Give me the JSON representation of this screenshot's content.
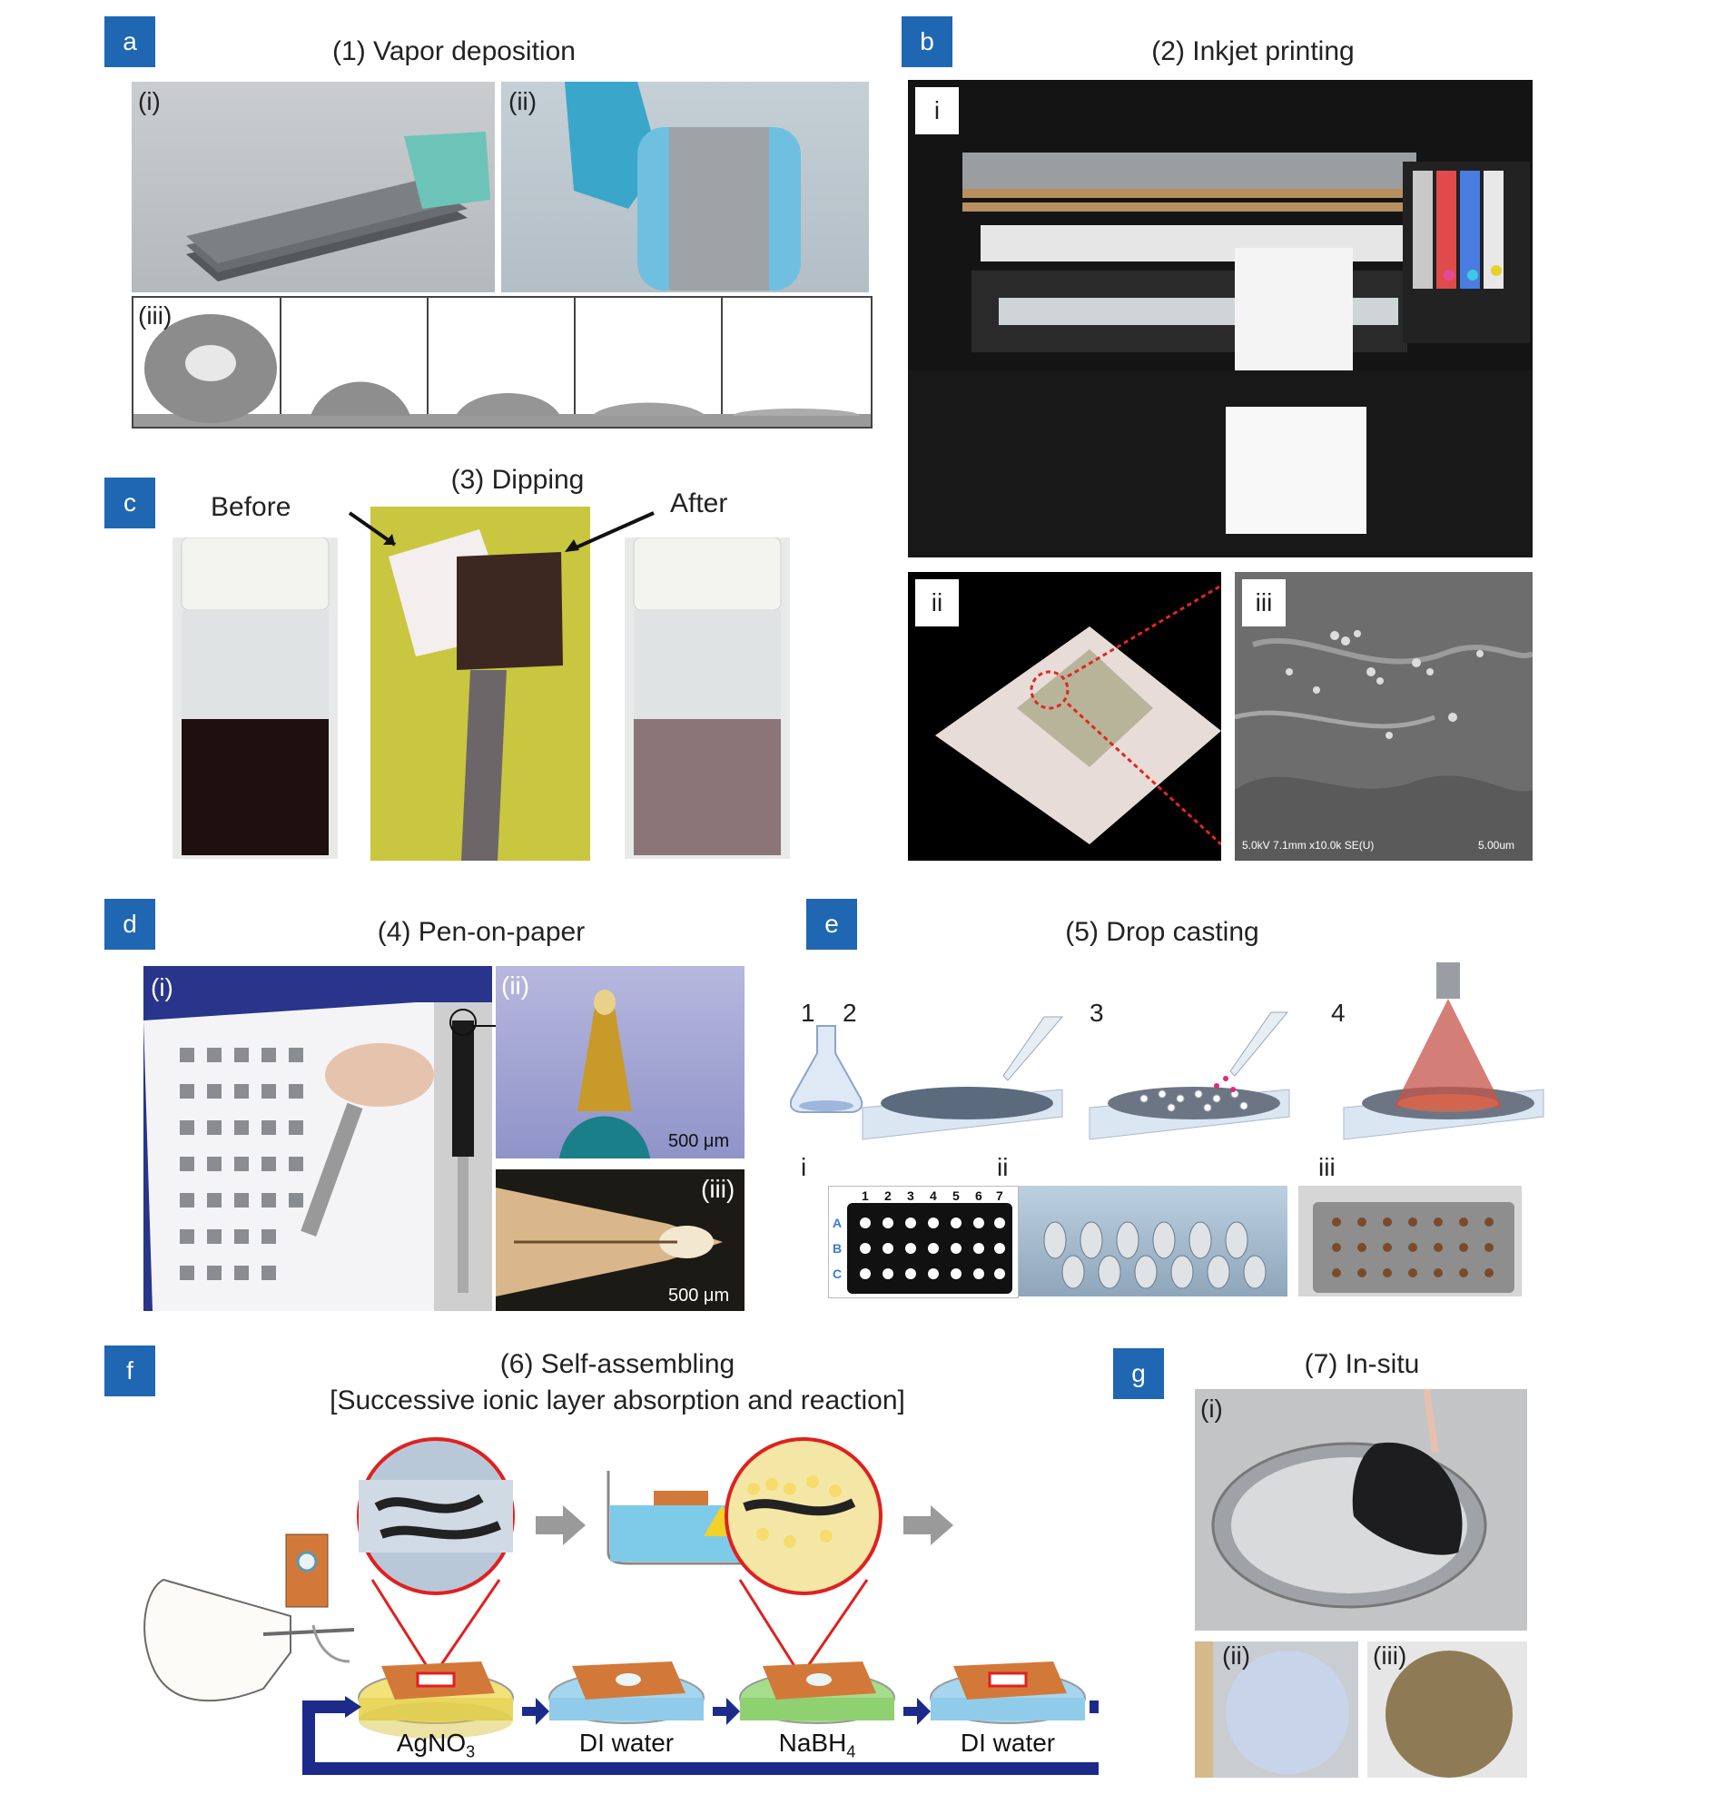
{
  "panels": {
    "a": {
      "badge": "a",
      "title": "(1) Vapor deposition",
      "sub_i": "(i)",
      "sub_ii": "(ii)",
      "sub_iii": "(iii)"
    },
    "b": {
      "badge": "b",
      "title": "(2) Inkjet printing",
      "sub_i": "i",
      "sub_ii": "ii",
      "sub_iii": "iii",
      "sem_left": "5.0kV 7.1mm x10.0k SE(U)",
      "sem_right": "5.00um"
    },
    "c": {
      "badge": "c",
      "title": "(3) Dipping",
      "before": "Before",
      "after": "After"
    },
    "d": {
      "badge": "d",
      "title": "(4) Pen-on-paper",
      "sub_i": "(i)",
      "sub_ii": "(ii)",
      "sub_iii": "(iii)",
      "scale_ii": "500 μm",
      "scale_iii": "500 μm"
    },
    "e": {
      "badge": "e",
      "title": "(5) Drop casting",
      "step1": "1",
      "step2": "2",
      "step3": "3",
      "step4": "4",
      "sub_i": "i",
      "sub_ii": "ii",
      "sub_iii": "iii",
      "cols": [
        "1",
        "2",
        "3",
        "4",
        "5",
        "6",
        "7"
      ],
      "rows": [
        "A",
        "B",
        "C"
      ]
    },
    "f": {
      "badge": "f",
      "title_line1": "(6) Self-assembling",
      "title_line2": "[Successive ionic layer absorption and reaction]",
      "dish1": "AgNO3",
      "dish2": "DI water",
      "dish3": "NaBH4",
      "dish4": "DI water"
    },
    "g": {
      "badge": "g",
      "title": "(7) In-situ",
      "sub_i": "(i)",
      "sub_ii": "(ii)",
      "sub_iii": "(iii)"
    }
  },
  "colors": {
    "badge": "#1f66b3",
    "arrow_navy": "#1c2a8a",
    "arrow_gray": "#9a9a9a"
  }
}
